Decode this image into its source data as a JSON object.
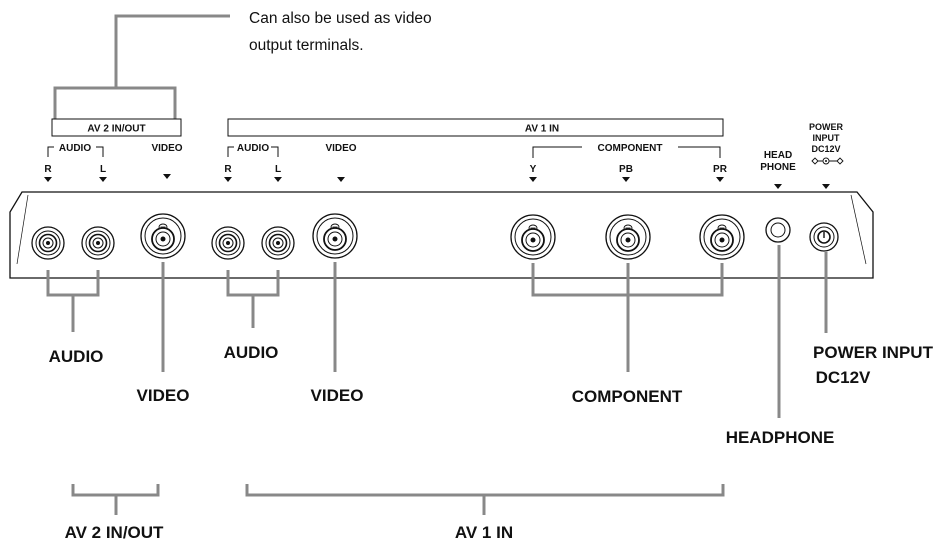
{
  "note": {
    "line1": "Can also be used as video",
    "line2": "output terminals."
  },
  "panel_labels": {
    "av2_box": "AV 2 IN/OUT",
    "av1_box": "AV 1 IN",
    "audio_av2": "AUDIO",
    "audio_av1": "AUDIO",
    "video_av2": "VIDEO",
    "video_av1": "VIDEO",
    "component": "COMPONENT",
    "r_av2": "R",
    "l_av2": "L",
    "r_av1": "R",
    "l_av1": "L",
    "y": "Y",
    "pb": "PB",
    "pr": "PR",
    "head_phone_1": "HEAD",
    "head_phone_2": "PHONE",
    "power_1": "POWER",
    "power_2": "INPUT",
    "power_3": "DC12V"
  },
  "callouts": {
    "audio_av2": "AUDIO",
    "audio_av1": "AUDIO",
    "video_av2": "VIDEO",
    "video_av1": "VIDEO",
    "component": "COMPONENT",
    "headphone": "HEADPHONE",
    "power_1": "POWER INPUT",
    "power_2": "DC12V"
  },
  "groups": {
    "av2": "AV 2 IN/OUT",
    "av1": "AV 1 IN"
  }
}
